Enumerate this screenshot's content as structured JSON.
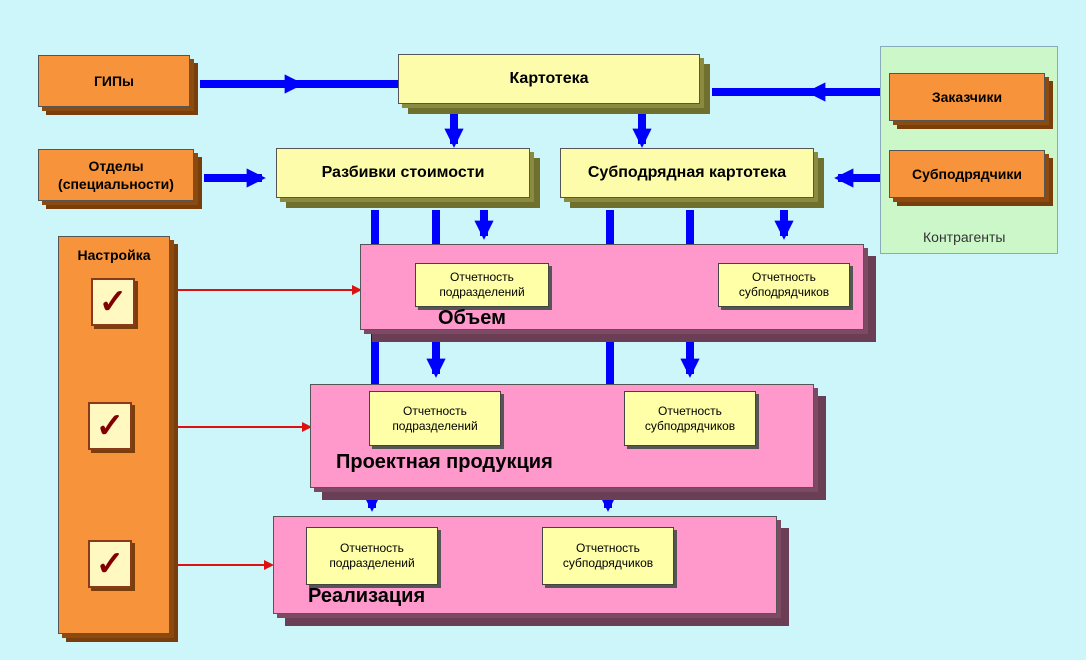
{
  "boxes": {
    "gipy": "ГИПы",
    "otdely_line1": "Отделы",
    "otdely_line2": "(специальности)",
    "kartoteka": "Картотека",
    "razbivki": "Разбивки стоимости",
    "subpodr_kartoteka": "Субподрядная картотека",
    "zakazchiki": "Заказчики",
    "subpodryadchiki": "Субподрядчики",
    "kontragenty": "Контрагенты",
    "nastroyka": "Настройка"
  },
  "blocks": [
    {
      "title": "Объем",
      "reports": [
        {
          "line1": "Отчетность",
          "line2": "подразделений"
        },
        {
          "line1": "Отчетность",
          "line2": "субподрядчиков"
        }
      ]
    },
    {
      "title": "Проектная продукция",
      "reports": [
        {
          "line1": "Отчетность",
          "line2": "подразделений"
        },
        {
          "line1": "Отчетность",
          "line2": "субподрядчиков"
        }
      ]
    },
    {
      "title": "Реализация",
      "reports": [
        {
          "line1": "Отчетность",
          "line2": "подразделений"
        },
        {
          "line1": "Отчетность",
          "line2": "субподрядчиков"
        }
      ]
    }
  ],
  "check_glyph": "✓",
  "colors": {
    "background": "#cdf6fb",
    "orange": "#f7943b",
    "yellow": "#fdfcab",
    "pink": "#ff99cc",
    "green": "#ccf8c9",
    "blue_arrow": "#0000ff",
    "red_arrow": "#dd1111"
  }
}
